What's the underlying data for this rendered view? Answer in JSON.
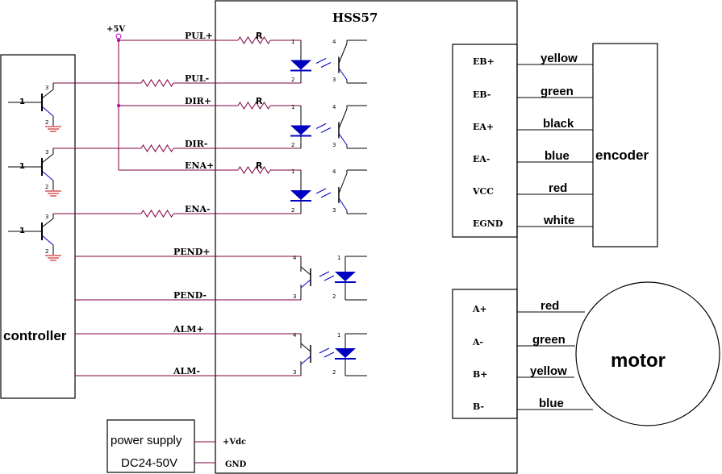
{
  "drive": {
    "title": "HSS57",
    "pins_left": [
      "PUL+",
      "PUL-",
      "DIR+",
      "DIR-",
      "ENA+",
      "ENA-",
      "PEND+",
      "PEND-",
      "ALM+",
      "ALM-"
    ],
    "pins_power": [
      "+Vdc",
      "GND"
    ]
  },
  "supply": {
    "label": "+5V"
  },
  "resistor": "R",
  "controller": {
    "label": "controller",
    "inputs": [
      "1",
      "1",
      "1"
    ],
    "pin_b": "3",
    "pin_e": "2"
  },
  "power": {
    "line1": "power supply",
    "line2": "DC24-50V"
  },
  "encoder": {
    "label": "encoder",
    "pins": [
      "EB+",
      "EB-",
      "EA+",
      "EA-",
      "VCC",
      "EGND"
    ],
    "wires": [
      "yellow",
      "green",
      "black",
      "blue",
      "red",
      "white"
    ]
  },
  "motor": {
    "label": "motor",
    "pins": [
      "A+",
      "A-",
      "B+",
      "B-"
    ],
    "wires": [
      "red",
      "green",
      "yellow",
      "blue"
    ]
  },
  "opto_pins": [
    "1",
    "2",
    "3",
    "4"
  ],
  "colors": {
    "wire": "#800040",
    "led": "#0000c0",
    "line": "#000000",
    "node": "#c000c0"
  }
}
